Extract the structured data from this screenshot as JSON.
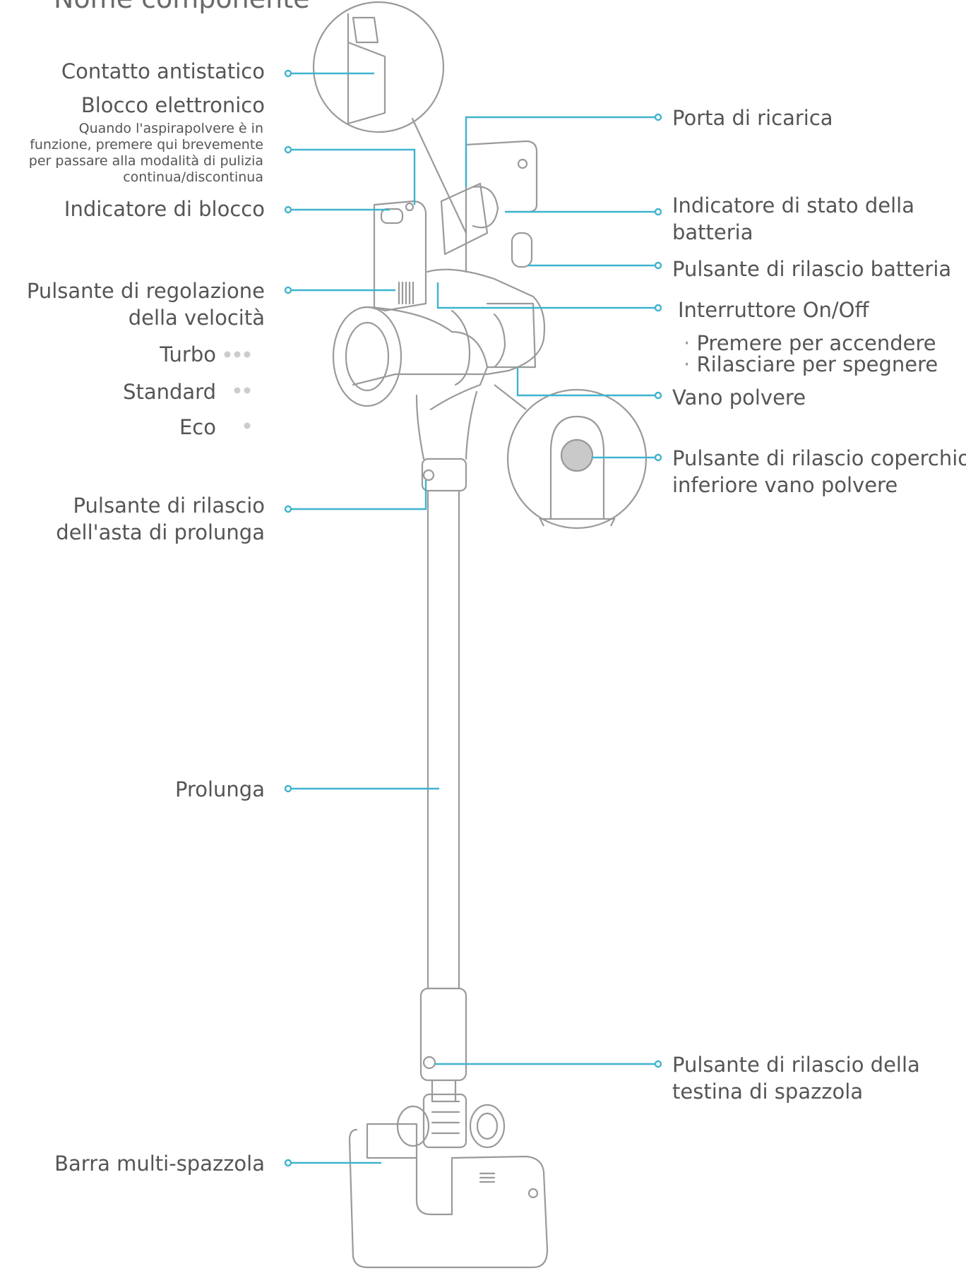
{
  "title": "Nome componente",
  "left_labels": {
    "antistatic_contact": "Contatto antistatico",
    "electronic_lock": "Blocco elettronico",
    "electronic_lock_note_1": "Quando l'aspirapolvere è in",
    "electronic_lock_note_2": "funzione, premere qui brevemente",
    "electronic_lock_note_3": "per passare alla modalità di pulizia",
    "electronic_lock_note_4": "continua/discontinua",
    "lock_indicator": "Indicatore di blocco",
    "speed_button_1": "Pulsante di regolazione",
    "speed_button_2": "della velocità",
    "turbo": "Turbo",
    "standard": "Standard",
    "eco": "Eco",
    "ext_release_1": "Pulsante di rilascio",
    "ext_release_2": "dell'asta di prolunga",
    "extension": "Prolunga",
    "brush_bar": "Barra multi-spazzola"
  },
  "right_labels": {
    "charging_port": "Porta di ricarica",
    "battery_status_1": "Indicatore di stato della",
    "battery_status_2": "batteria",
    "battery_release": "Pulsante di rilascio batteria",
    "onoff": "Interruttore On/Off",
    "onoff_press": "Premere per accendere",
    "onoff_release": "Rilasciare per spegnere",
    "dust_bin": "Vano polvere",
    "bin_cover_1": "Pulsante di rilascio coperchio",
    "bin_cover_2": "inferiore vano polvere",
    "brushhead_release_1": "Pulsante di rilascio della",
    "brushhead_release_2": "testina di spazzola"
  },
  "colors": {
    "leader": "#3fb3cf",
    "outline": "#9a9a9a",
    "text": "#555555",
    "dot": "#cccccc"
  }
}
